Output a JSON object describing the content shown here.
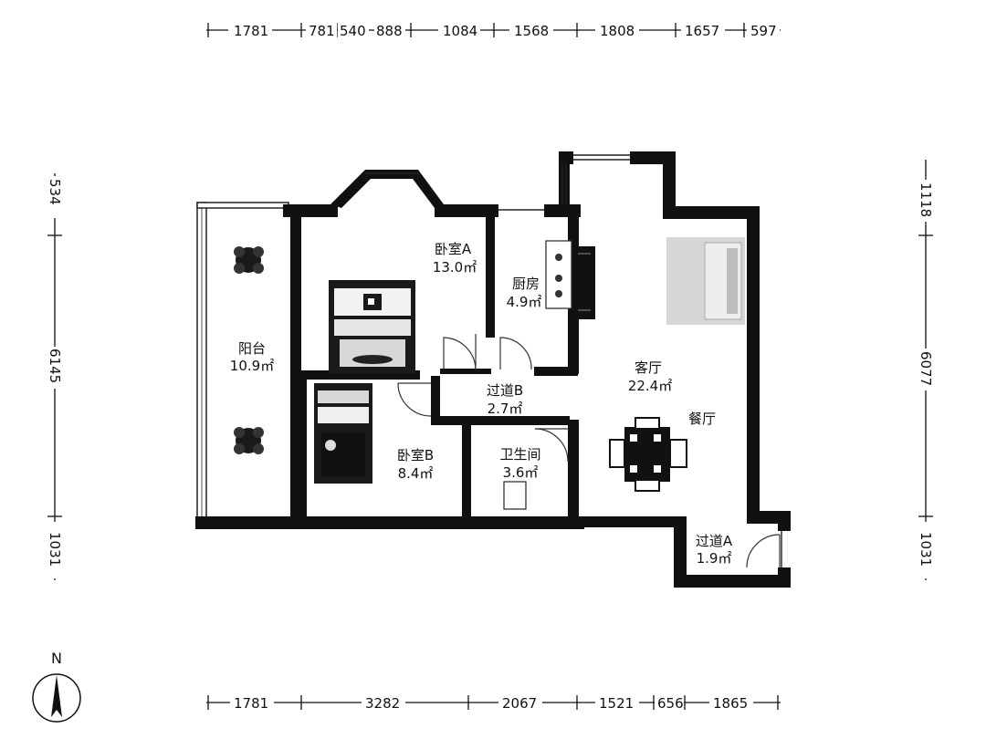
{
  "dimensions": {
    "top": [
      "1781",
      "781",
      "540",
      "888",
      "1084",
      "1568",
      "1808",
      "1657",
      "597"
    ],
    "bottom": [
      "1781",
      "3282",
      "2067",
      "1521",
      "656",
      "1865"
    ],
    "left": [
      "534",
      "6145",
      "1031"
    ],
    "right": [
      "1118",
      "6077",
      "1031"
    ]
  },
  "rooms": {
    "bedroom_a": {
      "name": "卧室A",
      "area": "13.0㎡"
    },
    "kitchen": {
      "name": "厨房",
      "area": "4.9㎡"
    },
    "balcony": {
      "name": "阳台",
      "area": "10.9㎡"
    },
    "living": {
      "name": "客厅",
      "area": "22.4㎡"
    },
    "dining": {
      "name": "餐厅"
    },
    "corridor_b": {
      "name": "过道B",
      "area": "2.7㎡"
    },
    "bedroom_b": {
      "name": "卧室B",
      "area": "8.4㎡"
    },
    "bathroom": {
      "name": "卫生间",
      "area": "3.6㎡"
    },
    "corridor_a": {
      "name": "过道A",
      "area": "1.9㎡"
    }
  },
  "compass": {
    "label": "N"
  }
}
